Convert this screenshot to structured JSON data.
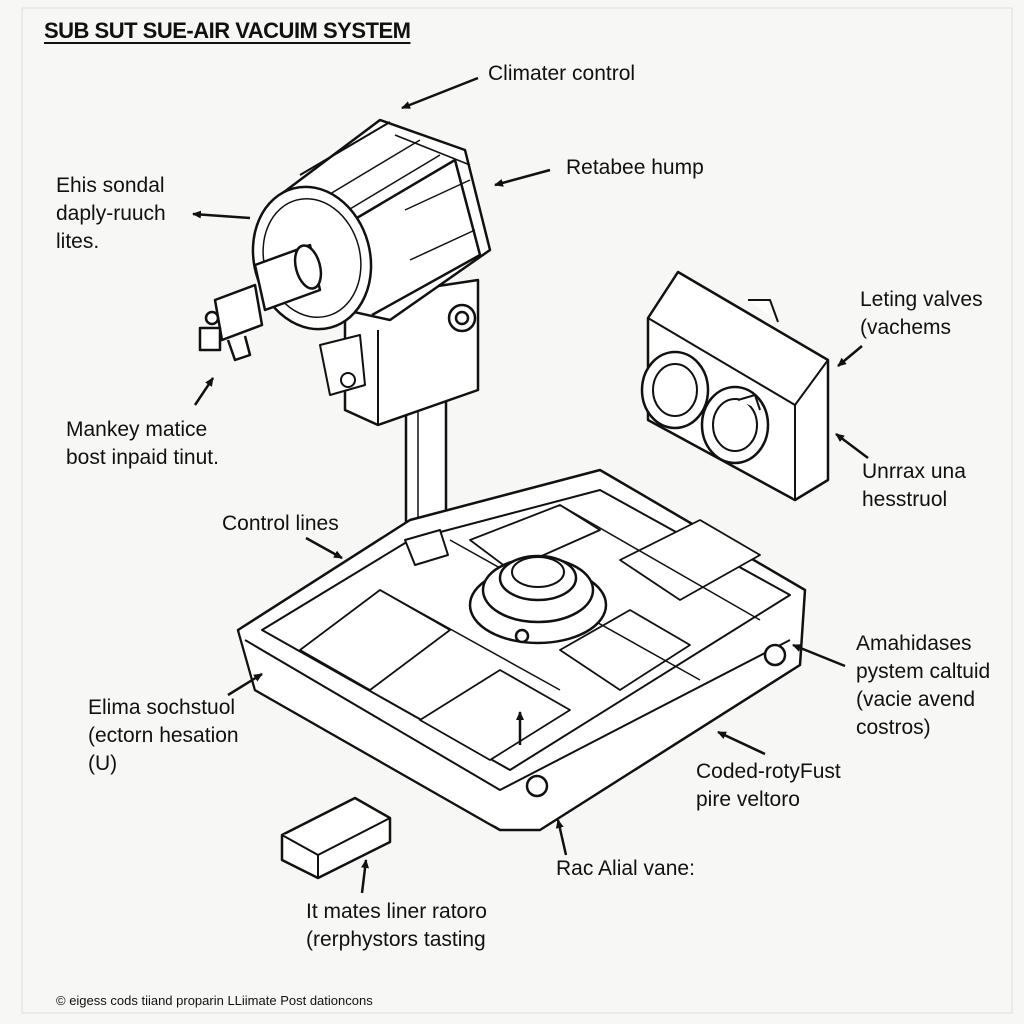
{
  "title": "SUB SUT SUE-AIR VACUIM SYSTEM",
  "labels": {
    "climate_control": "Climater control",
    "retabee_hump": "Retabee hump",
    "ehis_sondal": [
      "Ehis sondal",
      "daply-ruuch",
      "lites."
    ],
    "leting_valves": [
      "Leting valves",
      "(vachems"
    ],
    "mankey_matice": [
      "Mankey matice",
      "bost inpaid tinut."
    ],
    "unrrax": [
      "Unrrax una",
      "hesstruol"
    ],
    "control_lines": "Control lines",
    "amahidases": [
      "Amahidases",
      "pystem caltuid",
      "(vacie avend",
      "costros)"
    ],
    "elima": [
      "Elima sochstuol",
      "(ectorn hesation",
      "(U)"
    ],
    "coded_roty": [
      "Coded-rotyFust",
      "pire veltoro"
    ],
    "rac_alial": "Rac Alial vane:",
    "it_mates": [
      "It mates liner ratoro",
      "(rerphystors tasting"
    ]
  },
  "footer": "© eigess cods tiiand proparin LLiimate Post dationcons"
}
